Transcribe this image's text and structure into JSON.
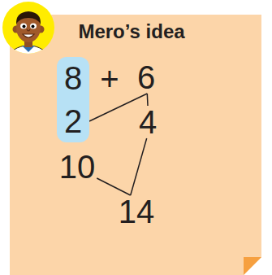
{
  "diagram": {
    "nodes": [
      {
        "text": [
          "Mero’s idea"
        ]
      },
      {
        "text": [
          "8",
          "2"
        ],
        "in": 0
      },
      {
        "text": [
          "6"
        ],
        "in": 0
      },
      {
        "text": [
          "4"
        ],
        "in": 0
      },
      {
        "text": [
          "10"
        ],
        "in": 0
      },
      {
        "text": [
          "14"
        ],
        "in": 0
      }
    ],
    "edges": [
      {
        "from": 2,
        "to": 1,
        "arrow": "none"
      },
      {
        "from": 2,
        "to": 3,
        "arrow": "none"
      },
      {
        "from": 4,
        "to": 5,
        "arrow": "none"
      },
      {
        "from": 3,
        "to": 5,
        "arrow": "none"
      }
    ],
    "labels": [
      "+"
    ]
  }
}
